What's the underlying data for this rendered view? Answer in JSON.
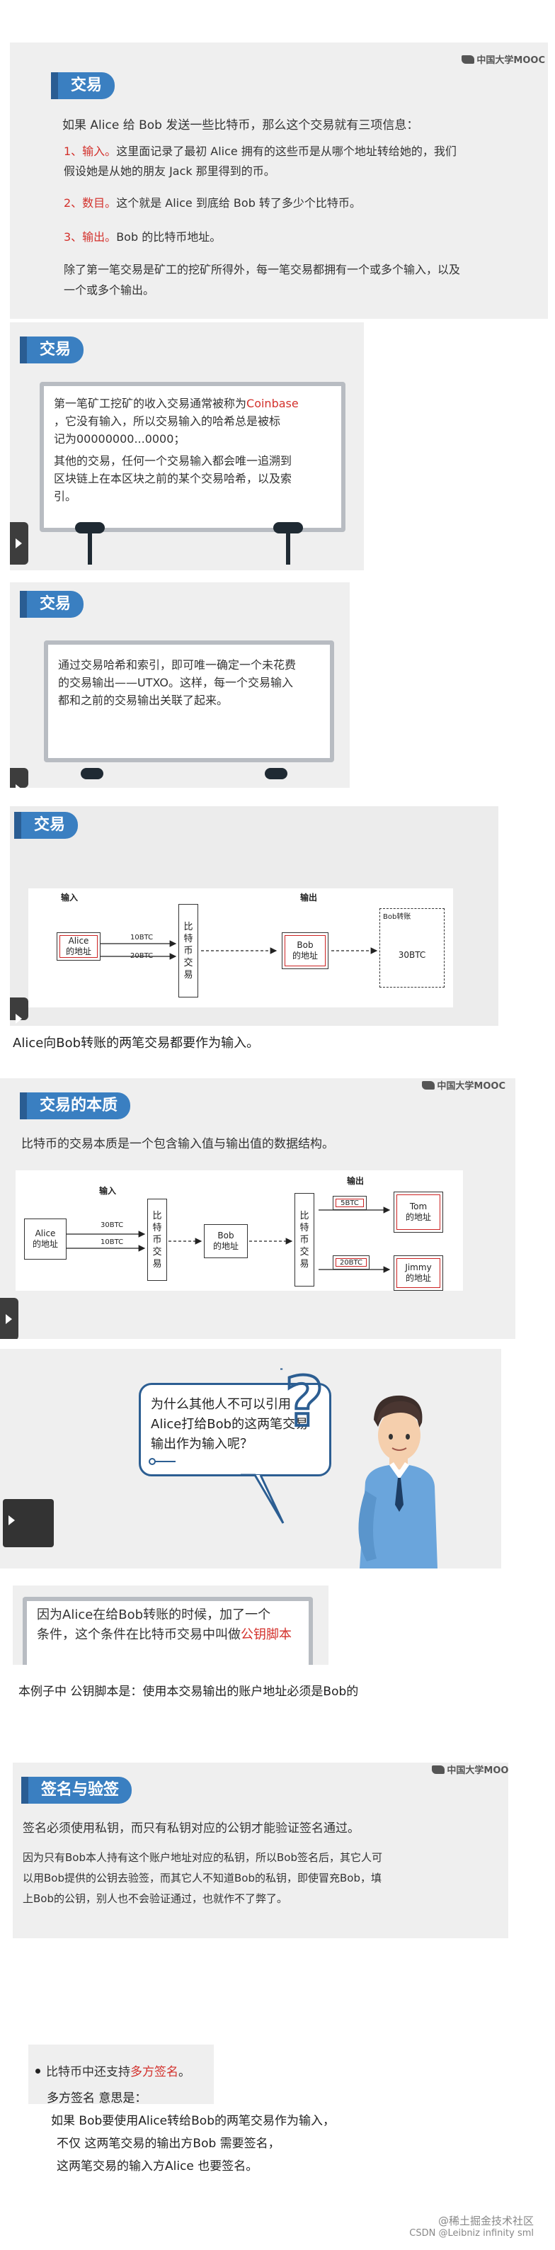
{
  "slide1": {
    "badge": "交易",
    "logo": "中国大学MOOC",
    "intro": "如果 Alice 给 Bob 发送一些比特币，那么这个交易就有三项信息：",
    "item1_label": "1、输入。",
    "item1_text_a": "这里面记录了最初 Alice 拥有的这些币是从哪个地址转给她的，我们",
    "item1_text_b": "假设她是从她的朋友 Jack 那里得到的币。",
    "item2_label": "2、数目。",
    "item2_text": "这个就是 Alice 到底给 Bob 转了多少个比特币。",
    "item3_label": "3、输出。",
    "item3_text": "Bob 的比特币地址。",
    "summary_a": "除了第一笔交易是矿工的挖矿所得外，每一笔交易都拥有一个或多个输入，以及",
    "summary_b": "一个或多个输出。"
  },
  "slide2": {
    "badge": "交易",
    "line1_a": "第一笔矿工挖矿的收入交易通常被称为",
    "line1_red": "Coinbase",
    "line2": "，它没有输入，所以交易输入的哈希总是被标",
    "line3": "记为00000000...0000；",
    "line4": "其他的交易，任何一个交易输入都会唯一追溯到",
    "line5": "区块链上在本区块之前的某个交易哈希，以及索",
    "line6": "引。"
  },
  "slide3": {
    "badge": "交易",
    "line1": "通过交易哈希和索引，即可唯一确定一个未花费",
    "line2": "的交易输出——UTXO。这样，每一个交易输入",
    "line3": "都和之前的交易输出关联了起来。"
  },
  "slide4": {
    "badge": "交易",
    "input_label": "输入",
    "output_label": "输出",
    "alice_box": "Alice\n的地址",
    "amount1": "10BTC",
    "amount2": "20BTC",
    "tx_box": "比\n特\n币\n交\n易",
    "bob_box": "Bob\n的地址",
    "bob_total_title": "Bob转账",
    "bob_total": "30BTC",
    "caption": "Alice向Bob转账的两笔交易都要作为输入。"
  },
  "slide5": {
    "badge": "交易的本质",
    "logo": "中国大学MOOC",
    "text": "比特币的交易本质是一个包含输入值与输出值的数据结构。",
    "input_label": "输入",
    "output_label": "输出",
    "alice_box": "Alice\n的地址",
    "amount1": "30BTC",
    "amount2": "10BTC",
    "tx_box1": "比\n特\n币\n交\n易",
    "bob_box": "Bob\n的地址",
    "tx_box2": "比\n特\n币\n交\n易",
    "out1": "5BTC",
    "out2": "20BTC",
    "tom_box": "Tom\n的地址",
    "jimmy_box": "Jimmy\n的地址"
  },
  "slide6": {
    "question": "为什么其他人不可以引用Alice打给Bob的这两笔交易输出作为输入呢？"
  },
  "slide7": {
    "text_a": "因为Alice在给Bob转账的时候，加了一个",
    "text_b": "条件，这个条件在比特币交易中叫做",
    "text_red": "公钥脚本",
    "text_c": "。"
  },
  "note1": "本例子中 公钥脚本是：使用本交易输出的账户地址必须是Bob的",
  "slide8": {
    "badge": "签名与验签",
    "logo": "中国大学MOOC",
    "line1": "签名必须使用私钥，而只有私钥对应的公钥才能验证签名通过。",
    "line2": "因为只有Bob本人持有这个账户地址对应的私钥，所以Bob签名后，其它人可",
    "line3": "以用Bob提供的公钥去验签，而其它人不知道Bob的私钥，即使冒充Bob，填",
    "line4": "上Bob的公钥，别人也不会验证通过，也就作不了弊了。"
  },
  "slide9": {
    "bullet_a": "比特币中还支持",
    "bullet_red": "多方签名",
    "bullet_b": "。"
  },
  "notes2": {
    "line1": "多方签名 意思是：",
    "line2": "如果 Bob要使用Alice转给Bob的两笔交易作为输入，",
    "line3": "不仅 这两笔交易的输出方Bob 需要签名，",
    "line4": "这两笔交易的输入方Alice 也要签名。"
  },
  "footer": {
    "line1": "@稀土掘金技术社区",
    "line2": "CSDN @Leibniz infinity sml"
  },
  "colors": {
    "badge": "#3a7fc1",
    "red": "#d3312c",
    "bubble_border": "#2c5e92"
  }
}
